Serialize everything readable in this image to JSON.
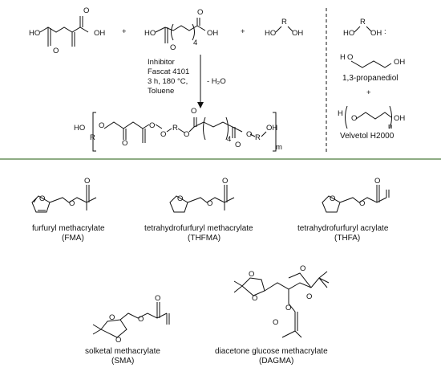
{
  "reaction": {
    "conditions": [
      "Inhibitor",
      "Fascat 4101",
      "3 h, 180 °C,",
      "Toluene"
    ],
    "byproduct": "- H₂O",
    "plus": "+",
    "ho": "HO",
    "oh": "OH",
    "h": "H",
    "o": "O",
    "r": "R",
    "sub4": "4",
    "subn": "n",
    "subm": "m",
    "legend_colon": ":",
    "propanediol": "1,3-propanediol",
    "velvetol": "Velvetol H2000",
    "divider_color": "#4a7a3a"
  },
  "monomers": [
    {
      "name": "furfuryl methacrylate",
      "abbr": "(FMA)"
    },
    {
      "name": "tetrahydrofurfuryl methacrylate",
      "abbr": "(THFMA)"
    },
    {
      "name": "tetrahydrofurfuryl acrylate",
      "abbr": "(THFA)"
    },
    {
      "name": "solketal methacrylate",
      "abbr": "(SMA)"
    },
    {
      "name": "diacetone glucose methacrylate",
      "abbr": "(DAGMA)"
    }
  ]
}
